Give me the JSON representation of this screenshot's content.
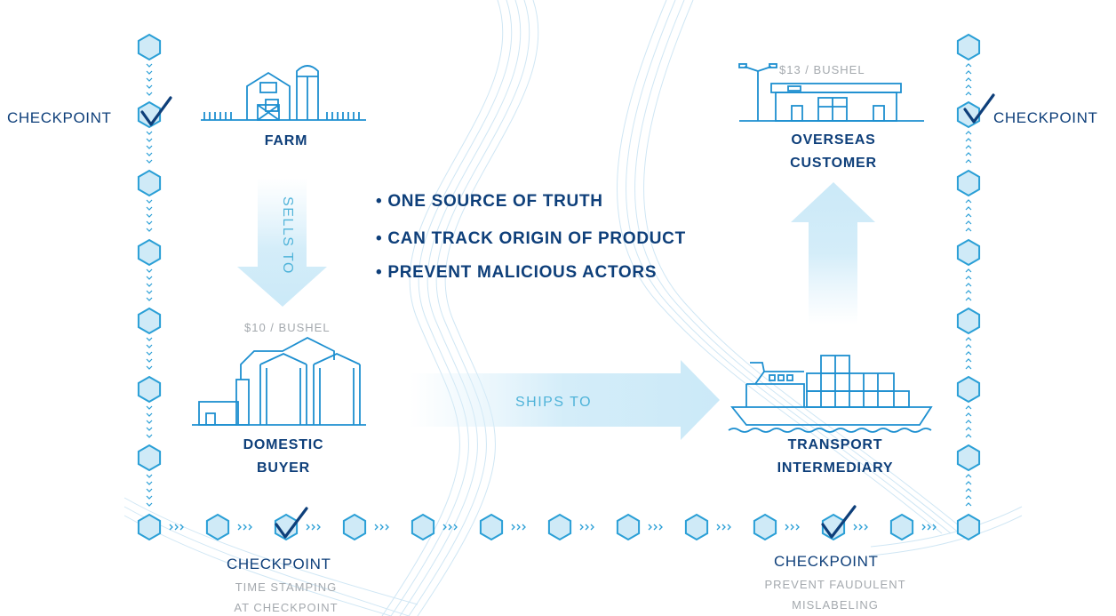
{
  "nodes": {
    "farm": {
      "label": "FARM"
    },
    "domestic_buyer": {
      "label_line1": "DOMESTIC",
      "label_line2": "BUYER",
      "price": "$10 / BUSHEL"
    },
    "transport": {
      "label_line1": "TRANSPORT",
      "label_line2": "INTERMEDIARY"
    },
    "overseas": {
      "label_line1": "OVERSEAS",
      "label_line2": "CUSTOMER",
      "price": "$13 / BUSHEL"
    }
  },
  "arrows": {
    "sells_to": "SELLS TO",
    "ships_to": "SHIPS TO"
  },
  "benefits": [
    "• ONE SOURCE OF TRUTH",
    "• CAN TRACK ORIGIN OF PRODUCT",
    "• PREVENT MALICIOUS ACTORS"
  ],
  "checkpoints": {
    "left": {
      "label": "CHECKPOINT"
    },
    "right": {
      "label": "CHECKPOINT"
    },
    "bottom_left": {
      "label": "CHECKPOINT",
      "caption_line1": "TIME STAMPING",
      "caption_line2": "AT CHECKPOINT"
    },
    "bottom_right": {
      "label": "CHECKPOINT",
      "caption_line1": "PREVENT FAUDULENT",
      "caption_line2": "MISLABELING"
    }
  },
  "colors": {
    "navy": "#0e3f7a",
    "line_blue": "#1d8fd0",
    "hex_fill": "#cfeaf7",
    "hex_stroke": "#2a9fd6",
    "arrow_light": "#def1fb",
    "label_cyan": "#4fb3d9",
    "gray_text": "#a4a9ae"
  }
}
